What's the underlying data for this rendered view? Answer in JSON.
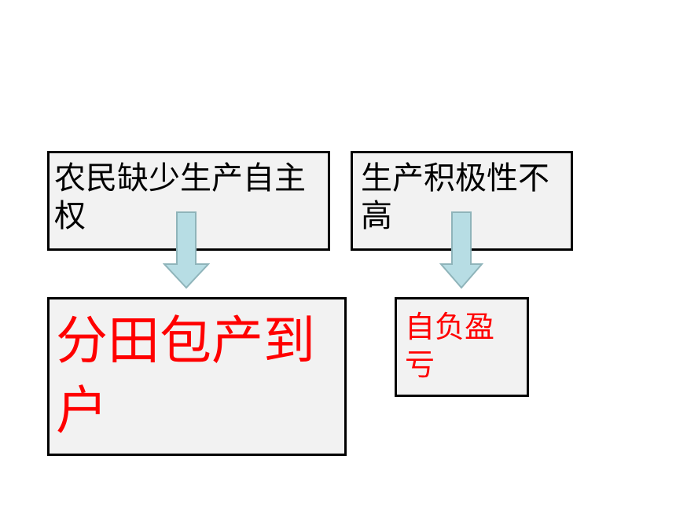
{
  "boxes": {
    "problem_autonomy": "农民缺少生产自主权",
    "problem_enthusiasm": "生产积极性不高",
    "solution_household": "分田包产到户",
    "solution_selfloss": "自负盈亏"
  },
  "colors": {
    "box_fill": "#f2f2f2",
    "box_border": "#000000",
    "problem_text": "#000000",
    "solution_text": "#ff0000",
    "arrow_fill": "#b7dde4",
    "arrow_stroke": "#8fb4ba"
  },
  "icons": {
    "arrow": "arrow-down-icon"
  }
}
